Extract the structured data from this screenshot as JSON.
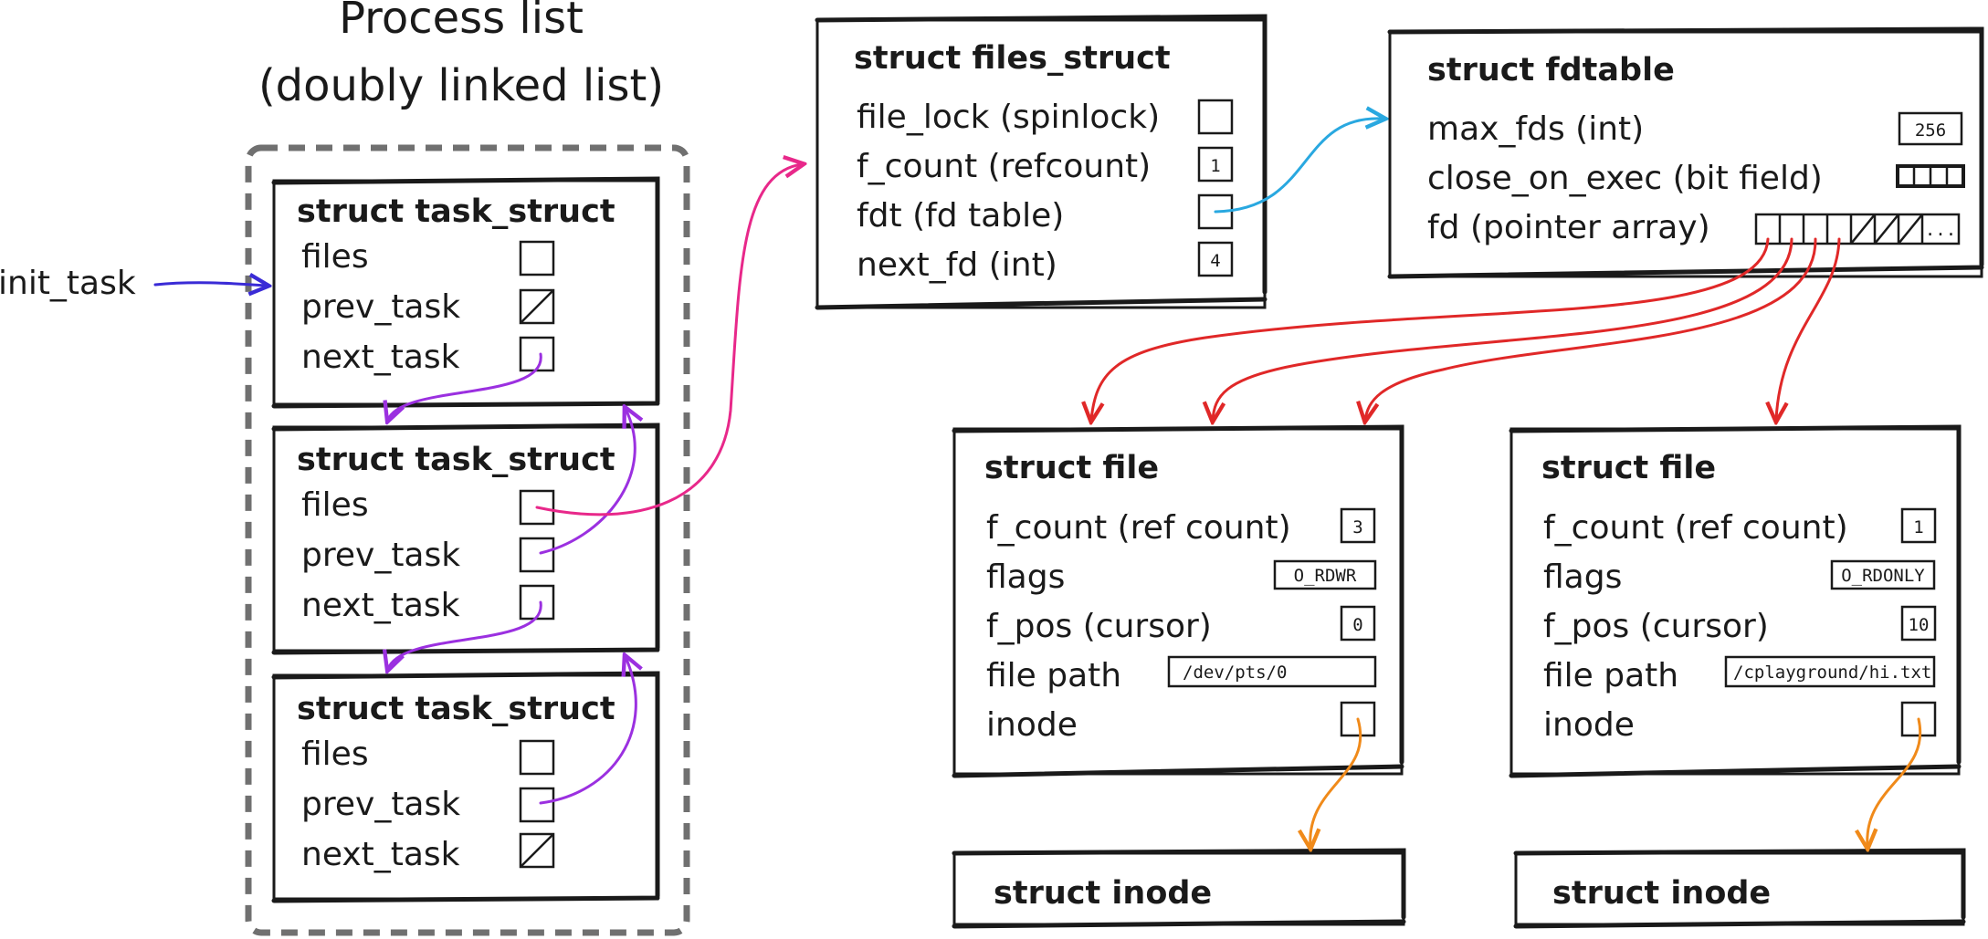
{
  "colors": {
    "ink": "#1a1a1a",
    "init_arrow": "#3a2bd6",
    "task_link": "#9b30e0",
    "files_link": "#e8288a",
    "fdt_link": "#29a8e0",
    "fd_link": "#e02828",
    "inode_link": "#f08a1a",
    "dashed_border": "#707070"
  },
  "process_list": {
    "heading_line1": "Process list",
    "heading_line2": "(doubly linked list)",
    "init_label": "init_task",
    "tasks": [
      {
        "title": "struct task_struct",
        "fields": [
          "files",
          "prev_task",
          "next_task"
        ]
      },
      {
        "title": "struct task_struct",
        "fields": [
          "files",
          "prev_task",
          "next_task"
        ]
      },
      {
        "title": "struct task_struct",
        "fields": [
          "files",
          "prev_task",
          "next_task"
        ]
      }
    ]
  },
  "files_struct": {
    "title": "struct files_struct",
    "fields": [
      {
        "label": "file_lock (spinlock)",
        "value": ""
      },
      {
        "label": "f_count (refcount)",
        "value": "1"
      },
      {
        "label": "fdt (fd table)",
        "value": ""
      },
      {
        "label": "next_fd (int)",
        "value": "4"
      }
    ]
  },
  "fdtable": {
    "title": "struct fdtable",
    "fields": [
      {
        "label": "max_fds (int)",
        "value": "256"
      },
      {
        "label": "close_on_exec (bit field)",
        "value": ""
      },
      {
        "label": "fd (pointer array)",
        "value": "..."
      }
    ]
  },
  "files": [
    {
      "title": "struct file",
      "fields": [
        {
          "label": "f_count (ref count)",
          "value": "3"
        },
        {
          "label": "flags",
          "value": "O_RDWR"
        },
        {
          "label": "f_pos (cursor)",
          "value": "0"
        },
        {
          "label": "file path",
          "value": "/dev/pts/0"
        },
        {
          "label": "inode",
          "value": ""
        }
      ],
      "inode_title": "struct inode"
    },
    {
      "title": "struct file",
      "fields": [
        {
          "label": "f_count (ref count)",
          "value": "1"
        },
        {
          "label": "flags",
          "value": "O_RDONLY"
        },
        {
          "label": "f_pos (cursor)",
          "value": "10"
        },
        {
          "label": "file path",
          "value": "/cplayground/hi.txt"
        },
        {
          "label": "inode",
          "value": ""
        }
      ],
      "inode_title": "struct inode"
    }
  ]
}
